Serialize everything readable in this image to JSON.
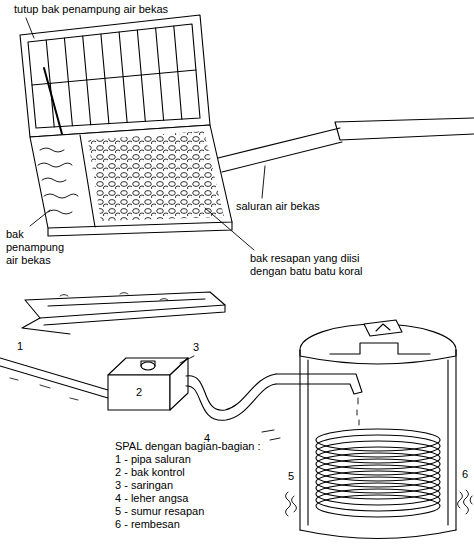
{
  "diagram": {
    "labels": [
      "tutup bak penampung air bekas",
      "saluran air bekas",
      "bak penampung air bekas",
      "bak resapan yang diisi dengan batu batu koral",
      "3",
      "1",
      "2",
      "4",
      "SPAL dengan bagian-bagian :",
      "1 - pipa saluran",
      "2 - bak kontrol",
      "3 - saringan",
      "4 - leher angsa",
      "5 - sumur resapan",
      "6 - rembesan",
      "5",
      "6"
    ]
  }
}
